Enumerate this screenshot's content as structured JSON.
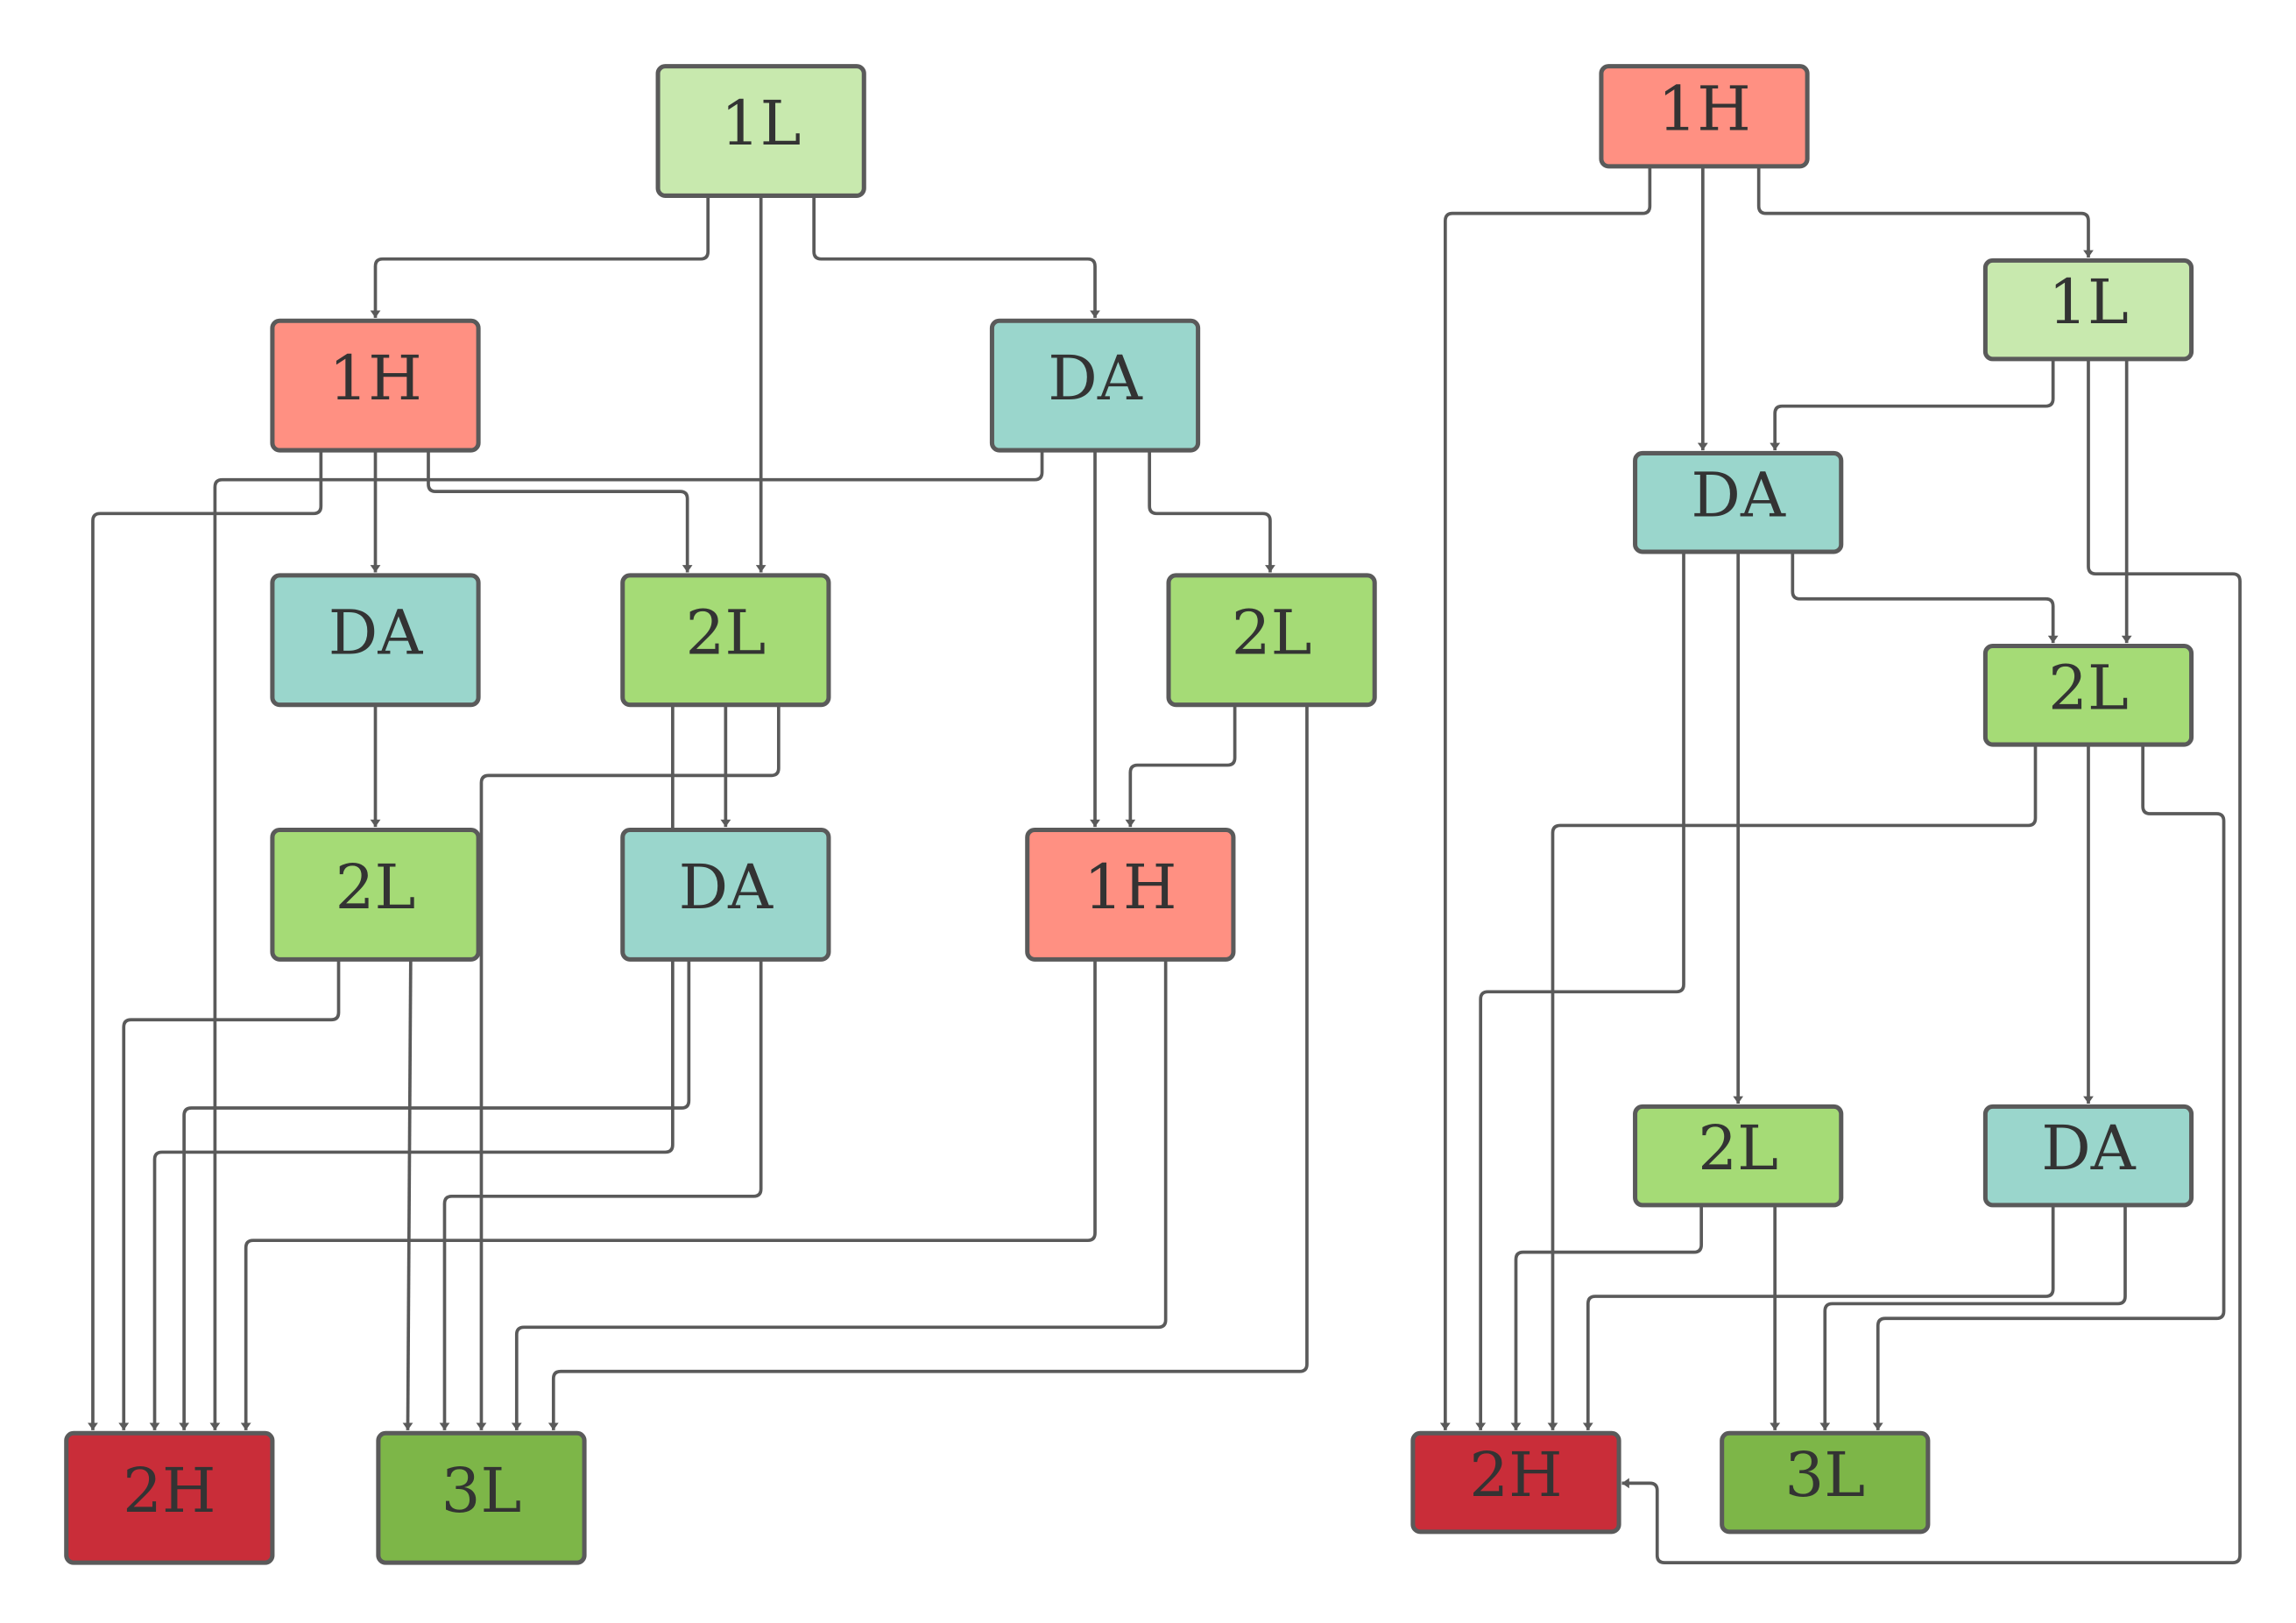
{
  "colors": {
    "1L": "#c8e9ae",
    "1H": "#ff9082",
    "DA": "#9ad6cc",
    "2L": "#a5db76",
    "3L": "#7db648",
    "2H": "#c92d39",
    "stroke": "#5a5a5a"
  },
  "graphs": [
    {
      "nodes": [
        {
          "id": "A",
          "label": "1L"
        },
        {
          "id": "B",
          "label": "1H"
        },
        {
          "id": "C",
          "label": "DA"
        },
        {
          "id": "D",
          "label": "DA"
        },
        {
          "id": "E",
          "label": "2L"
        },
        {
          "id": "F",
          "label": "2L"
        },
        {
          "id": "G",
          "label": "2L"
        },
        {
          "id": "H",
          "label": "DA"
        },
        {
          "id": "I",
          "label": "1H"
        },
        {
          "id": "J",
          "label": "2H"
        },
        {
          "id": "K",
          "label": "3L"
        }
      ],
      "edges": [
        [
          "A",
          "B"
        ],
        [
          "A",
          "E"
        ],
        [
          "A",
          "C"
        ],
        [
          "B",
          "J"
        ],
        [
          "B",
          "D"
        ],
        [
          "B",
          "E"
        ],
        [
          "C",
          "J"
        ],
        [
          "C",
          "I"
        ],
        [
          "C",
          "F"
        ],
        [
          "D",
          "G"
        ],
        [
          "E",
          "K"
        ],
        [
          "E",
          "H"
        ],
        [
          "E",
          "J"
        ],
        [
          "G",
          "J"
        ],
        [
          "G",
          "K"
        ],
        [
          "H",
          "J"
        ],
        [
          "H",
          "K"
        ],
        [
          "I",
          "J"
        ],
        [
          "I",
          "K"
        ],
        [
          "F",
          "I"
        ],
        [
          "F",
          "K"
        ]
      ]
    },
    {
      "nodes": [
        {
          "id": "R1",
          "label": "1H"
        },
        {
          "id": "R2",
          "label": "1L"
        },
        {
          "id": "R3",
          "label": "DA"
        },
        {
          "id": "R4",
          "label": "2L"
        },
        {
          "id": "R5",
          "label": "2L"
        },
        {
          "id": "R6",
          "label": "DA"
        },
        {
          "id": "R7",
          "label": "2H"
        },
        {
          "id": "R8",
          "label": "3L"
        }
      ],
      "edges": [
        [
          "R1",
          "R7"
        ],
        [
          "R1",
          "R3"
        ],
        [
          "R1",
          "R2"
        ],
        [
          "R2",
          "R3"
        ],
        [
          "R2",
          "R4"
        ],
        [
          "R2",
          "R7"
        ],
        [
          "R3",
          "R7"
        ],
        [
          "R3",
          "R5"
        ],
        [
          "R3",
          "R4"
        ],
        [
          "R4",
          "R7"
        ],
        [
          "R4",
          "R6"
        ],
        [
          "R4",
          "R8"
        ],
        [
          "R5",
          "R7"
        ],
        [
          "R5",
          "R8"
        ],
        [
          "R6",
          "R7"
        ],
        [
          "R6",
          "R8"
        ]
      ]
    }
  ]
}
